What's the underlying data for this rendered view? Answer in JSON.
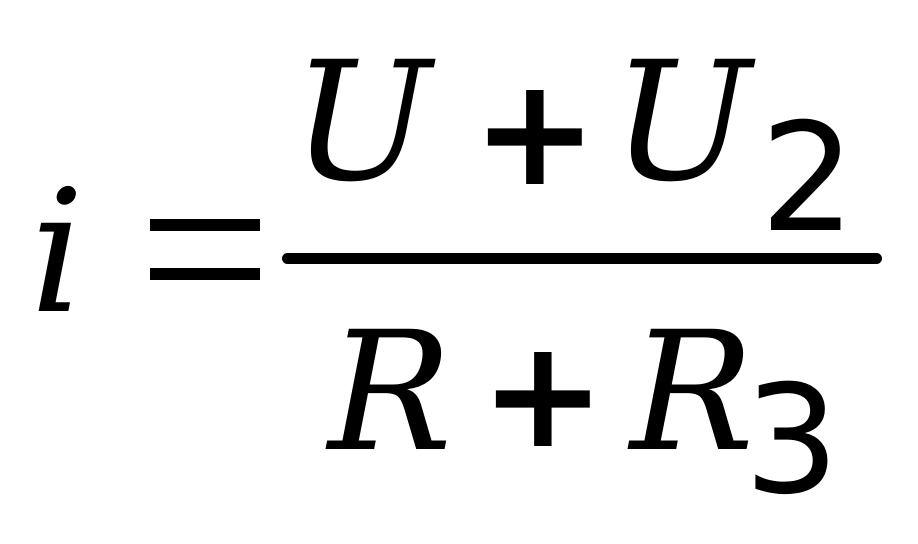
{
  "formula": {
    "lhs": "i",
    "equals": "=",
    "numerator": {
      "term1": "U",
      "operator": "+",
      "term2": "U",
      "term2_subscript": "2"
    },
    "denominator": {
      "term1": "R",
      "operator": "+",
      "term2": "R",
      "term2_subscript": "3"
    }
  }
}
